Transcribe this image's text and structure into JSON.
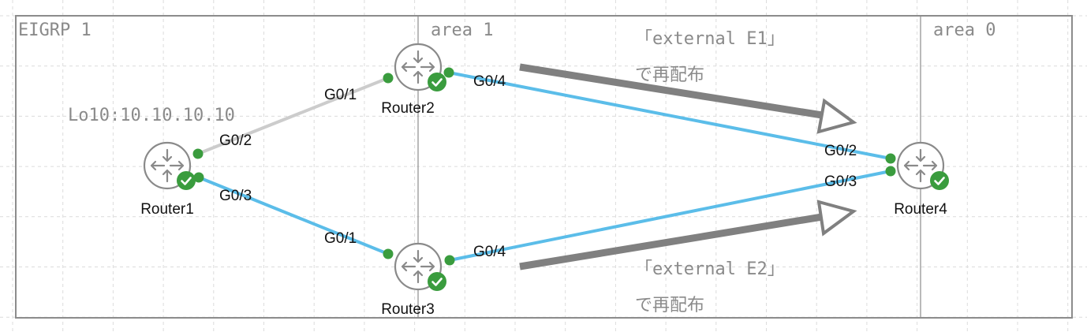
{
  "diagram": {
    "regions": [
      {
        "id": "eigrp",
        "label": "EIGRP 1"
      },
      {
        "id": "area1",
        "label": "area 1"
      },
      {
        "id": "area0",
        "label": "area 0"
      }
    ],
    "loopback_note": "Lo10:10.10.10.10",
    "routers": [
      {
        "id": "router1",
        "name": "Router1",
        "status": "ok"
      },
      {
        "id": "router2",
        "name": "Router2",
        "status": "ok"
      },
      {
        "id": "router3",
        "name": "Router3",
        "status": "ok"
      },
      {
        "id": "router4",
        "name": "Router4",
        "status": "ok"
      }
    ],
    "links": [
      {
        "id": "r1-r2",
        "from": "Router1",
        "from_iface": "G0/2",
        "to": "Router2",
        "to_iface": "G0/1",
        "protocol": "EIGRP",
        "color": "#cccccc"
      },
      {
        "id": "r1-r3",
        "from": "Router1",
        "from_iface": "G0/3",
        "to": "Router3",
        "to_iface": "G0/1",
        "protocol": "OSPF",
        "color": "#5bbde9"
      },
      {
        "id": "r2-r4",
        "from": "Router2",
        "from_iface": "G0/4",
        "to": "Router4",
        "to_iface": "G0/2",
        "protocol": "OSPF",
        "color": "#5bbde9"
      },
      {
        "id": "r3-r4",
        "from": "Router3",
        "from_iface": "G0/4",
        "to": "Router4",
        "to_iface": "G0/3",
        "protocol": "OSPF",
        "color": "#5bbde9"
      }
    ],
    "redistribution_notes": [
      {
        "id": "e1",
        "line1": "「external E1」",
        "line2": "で再配布"
      },
      {
        "id": "e2",
        "line1": "「external E2」",
        "line2": "で再配布"
      }
    ],
    "colors": {
      "ospf_link": "#5bbde9",
      "eigrp_link": "#cccccc",
      "endpoint": "#3a9c3e",
      "status_ok": "#3a9c3e",
      "annotation": "#808080",
      "frame": "#8c8c8c"
    }
  }
}
